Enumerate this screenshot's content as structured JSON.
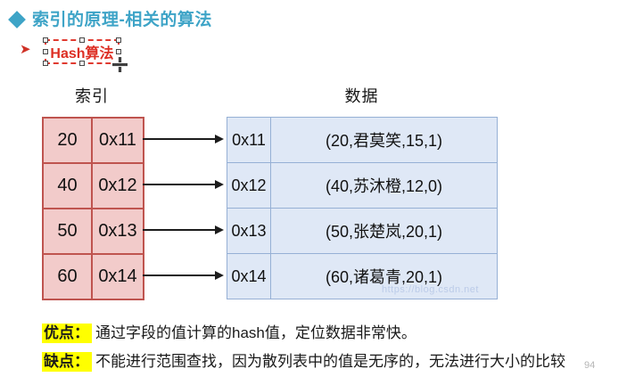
{
  "title": {
    "text": "索引的原理-相关的算法"
  },
  "subtitle": {
    "bullet": "➤",
    "text": "Hash算法"
  },
  "index_table": {
    "header": "索引",
    "rows": [
      {
        "key": "20",
        "addr": "0x11"
      },
      {
        "key": "40",
        "addr": "0x12"
      },
      {
        "key": "50",
        "addr": "0x13"
      },
      {
        "key": "60",
        "addr": "0x14"
      }
    ]
  },
  "data_table": {
    "header": "数据",
    "rows": [
      {
        "addr": "0x11",
        "record": "(20,君莫笑,15,1)"
      },
      {
        "addr": "0x12",
        "record": "(40,苏沐橙,12,0)"
      },
      {
        "addr": "0x13",
        "record": "(50,张楚岚,20,1)"
      },
      {
        "addr": "0x14",
        "record": "(60,诸葛青,20,1)"
      }
    ]
  },
  "notes": [
    {
      "label": "优点：",
      "text": "通过字段的值计算的hash值，定位数据非常快。"
    },
    {
      "label": "缺点：",
      "text": "不能进行范围查找，因为散列表中的值是无序的，无法进行大小的比较"
    }
  ],
  "watermarks": {
    "table": "https://blog.csdn.net",
    "corner": "94"
  },
  "colors": {
    "title_accent": "#3ea4c7",
    "annotation_red": "#e03a30",
    "index_fill": "#f2cbca",
    "index_border": "#bf544f",
    "data_fill": "#dfe8f6",
    "data_border": "#96b0d5",
    "highlight": "#ffff00"
  }
}
